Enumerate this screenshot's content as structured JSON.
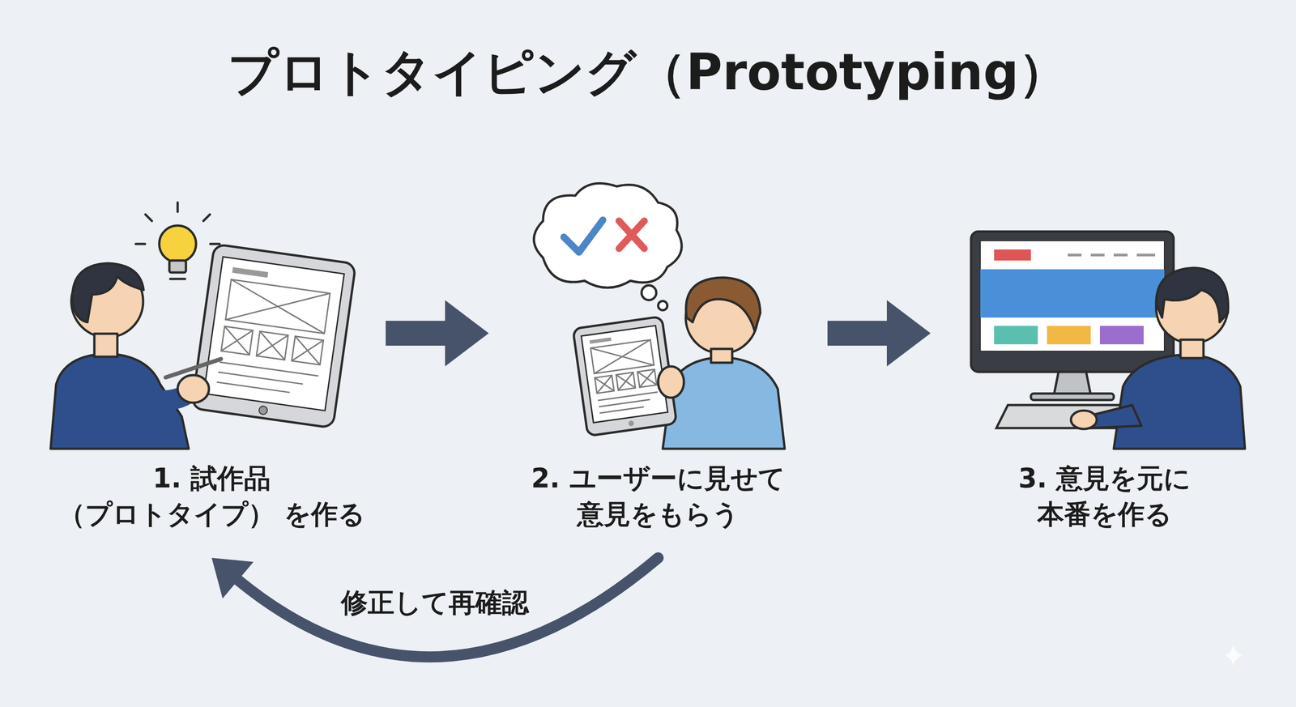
{
  "diagram": {
    "title": "プロトタイピング（Prototyping）",
    "nodes": [
      {
        "text": [
          "1. 試作品（プロトタイプ） を作る"
        ]
      },
      {
        "text": [
          "2. ユーザーに見せて 意見をもらう"
        ]
      },
      {
        "text": [
          "3. 意見を元に 本番を作る"
        ]
      }
    ],
    "edges": [
      {
        "from": 0,
        "to": 1,
        "arrow": "to"
      },
      {
        "from": 1,
        "to": 2,
        "arrow": "to"
      },
      {
        "from": 1,
        "to": 0,
        "label": "修正して再確認",
        "arrow": "to"
      }
    ]
  }
}
